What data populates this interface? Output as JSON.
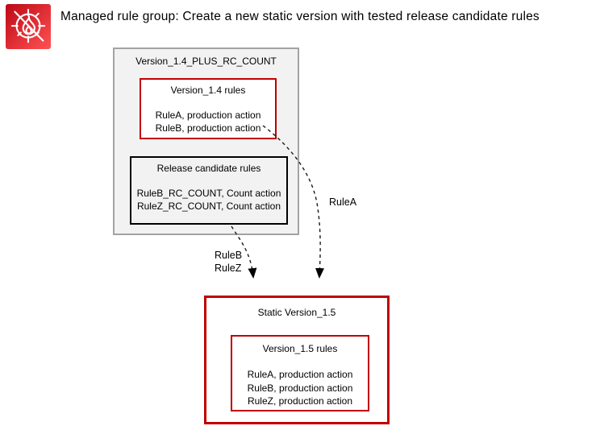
{
  "header": {
    "icon": "aws-waf-icon",
    "title": "Managed rule group: Create a new static version with tested release candidate rules"
  },
  "colors": {
    "accent_red": "#C00000",
    "icon_gradient_start": "#BD0816",
    "icon_gradient_end": "#FF5252",
    "container_fill": "#F2F2F2",
    "container_border": "#A3A3A3"
  },
  "diagram": {
    "working_group": {
      "title": "Version_1.4_PLUS_RC_COUNT",
      "version_rules_box": {
        "title": "Version_1.4 rules",
        "rules": [
          "RuleA, production action",
          "RuleB, production action"
        ]
      },
      "release_candidate_box": {
        "title": "Release candidate rules",
        "rules": [
          "RuleB_RC_COUNT, Count action",
          "RuleZ_RC_COUNT, Count action"
        ]
      }
    },
    "arrows": {
      "rule_a": {
        "label": "RuleA"
      },
      "rule_b_z": {
        "label_line1": "RuleB",
        "label_line2": "RuleZ"
      }
    },
    "static_group": {
      "title": "Static Version_1.5",
      "version_rules_box": {
        "title": "Version_1.5 rules",
        "rules": [
          "RuleA, production action",
          "RuleB, production action",
          "RuleZ, production action"
        ]
      }
    }
  }
}
